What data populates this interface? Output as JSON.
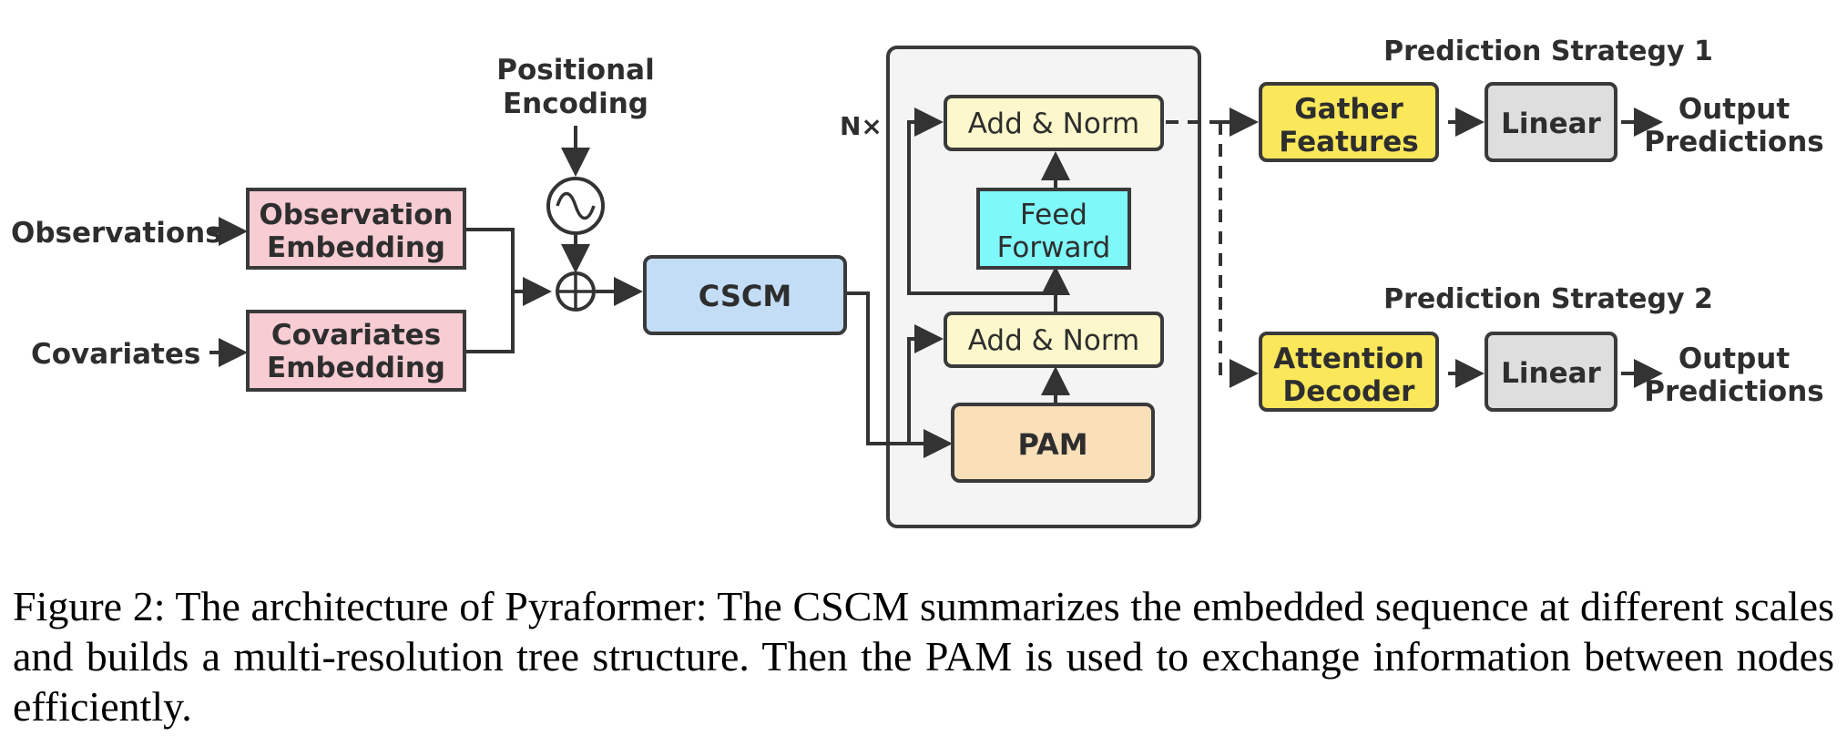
{
  "inputs": {
    "observations": "Observations",
    "covariates": "Covariates",
    "positional_encoding": [
      "Positional",
      "Encoding"
    ]
  },
  "blocks": {
    "observation_embedding": [
      "Observation",
      "Embedding"
    ],
    "covariates_embedding": [
      "Covariates",
      "Embedding"
    ],
    "cscm": "CSCM",
    "pam": "PAM",
    "add_norm_lower": "Add & Norm",
    "add_norm_upper": "Add & Norm",
    "feed_forward": [
      "Feed",
      "Forward"
    ],
    "repeat": "N×"
  },
  "strategy1": {
    "title": "Prediction Strategy 1",
    "block": [
      "Gather",
      "Features"
    ],
    "linear": "Linear",
    "output": [
      "Output",
      "Predictions"
    ]
  },
  "strategy2": {
    "title": "Prediction Strategy 2",
    "block": [
      "Attention",
      "Decoder"
    ],
    "linear": "Linear",
    "output": [
      "Output",
      "Predictions"
    ]
  },
  "colors": {
    "embedding": "#f7ccd3",
    "cscm": "#c3ddf7",
    "pam": "#f9e0b9",
    "add_norm": "#fcf8cc",
    "feed_forward": "#7ff8fa",
    "prediction_block": "#fae75a",
    "linear": "#dedede",
    "stack_bg": "#f4f4f4"
  },
  "caption": "Figure 2: The architecture of Pyraformer: The CSCM summarizes the embedded sequence at different scales and builds a multi-resolution tree structure. Then the PAM is used to exchange information between nodes efficiently."
}
